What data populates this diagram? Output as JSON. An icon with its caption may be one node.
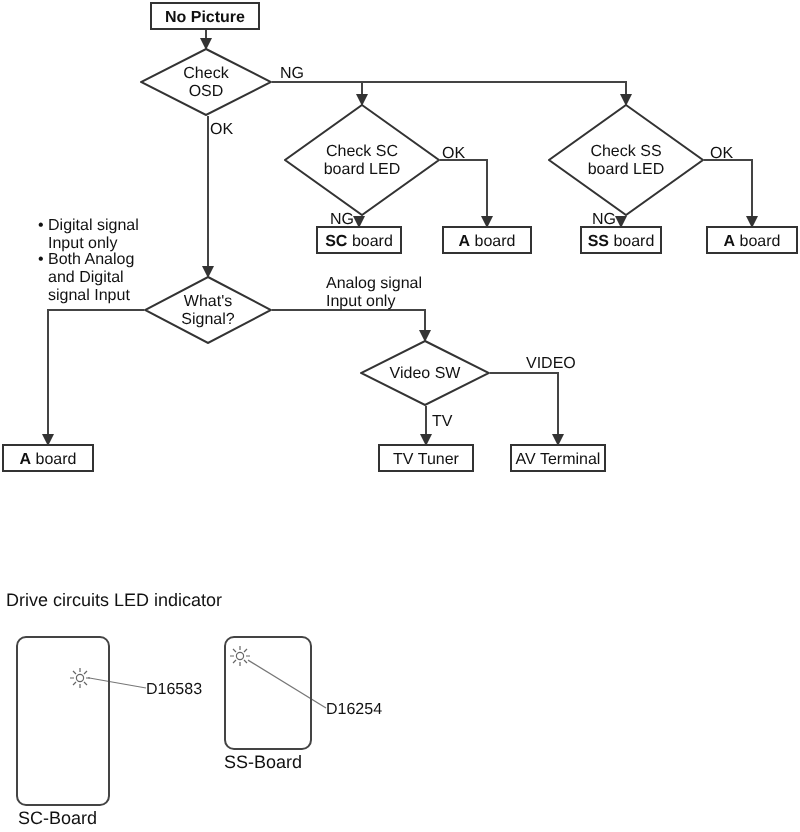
{
  "diagram": {
    "nodes": [
      {
        "text": [
          "No Picture"
        ]
      },
      {
        "text": [
          "Check OSD"
        ]
      },
      {
        "text": [
          "Check SC board LED"
        ]
      },
      {
        "text": [
          "**SC** board"
        ]
      },
      {
        "text": [
          "**A** board"
        ]
      },
      {
        "text": [
          "Check SS board LED"
        ]
      },
      {
        "text": [
          "**SS** board"
        ]
      },
      {
        "text": [
          "**A** board"
        ]
      },
      {
        "text": [
          "What's Signal?"
        ]
      },
      {
        "text": [
          "**A** board"
        ]
      },
      {
        "text": [
          "Video SW"
        ]
      },
      {
        "text": [
          "TV Tuner"
        ]
      },
      {
        "text": [
          "AV Terminal"
        ]
      },
      {
        "text": [],
        "shape": "box",
        "beside": [
          "SC-Board"
        ]
      },
      {
        "text": [],
        "shape": "box",
        "beside": [
          "SS-Board"
        ]
      },
      {
        "text": [
          "D16583"
        ]
      },
      {
        "text": [
          "D16254"
        ]
      },
      {
        "text": [],
        "shape": "star",
        "in": 13
      },
      {
        "text": [],
        "shape": "star",
        "in": 14
      }
    ],
    "edges": [
      {
        "from": 0,
        "to": 1,
        "arrow": "to"
      },
      {
        "from": 1,
        "to": 2,
        "arrow": "to",
        "label": "NG"
      },
      {
        "from": 1,
        "to": 5,
        "arrow": "to"
      },
      {
        "from": 1,
        "to": 8,
        "arrow": "to",
        "label": "OK"
      },
      {
        "from": 2,
        "to": 3,
        "arrow": "to",
        "label": "NG"
      },
      {
        "from": 2,
        "to": 4,
        "arrow": "to",
        "label": "OK"
      },
      {
        "from": 5,
        "to": 6,
        "arrow": "to",
        "label": "NG"
      },
      {
        "from": 5,
        "to": 7,
        "arrow": "to",
        "label": "OK"
      },
      {
        "from": 8,
        "to": 9,
        "arrow": "to"
      },
      {
        "from": 8,
        "to": 10,
        "arrow": "to",
        "label": "Analog signal Input only"
      },
      {
        "from": 10,
        "to": 11,
        "arrow": "to",
        "label": "TV"
      },
      {
        "from": 10,
        "to": 12,
        "arrow": "to",
        "label": "VIDEO"
      },
      {
        "from": 15,
        "to": 17,
        "arrow": "none"
      },
      {
        "from": 16,
        "to": 18,
        "arrow": "none"
      }
    ],
    "labels": [
      "• Digital signal Input only",
      "• Both Analog and Digital signal Input",
      "Drive circuits LED indicator"
    ]
  }
}
